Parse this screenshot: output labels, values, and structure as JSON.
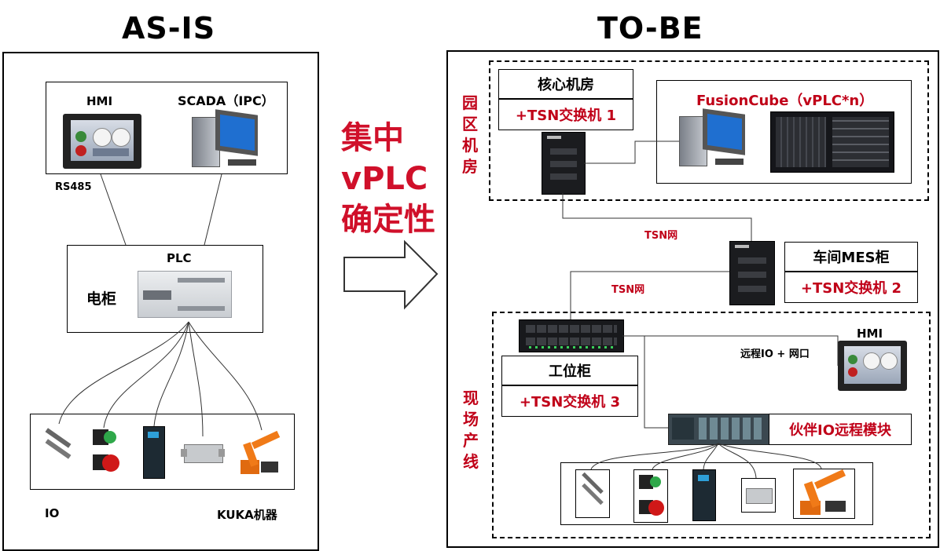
{
  "titles": {
    "left": "AS-IS",
    "right": "TO-BE"
  },
  "center_text": [
    "集中",
    "vPLC",
    "确定性"
  ],
  "as_is": {
    "hmi": "HMI",
    "scada": "SCADA（IPC）",
    "rs485": "RS485",
    "plc": "PLC",
    "cabinet": "电柜",
    "io": "IO",
    "kuka": "KUKA机器"
  },
  "to_be": {
    "park_room_label": "园区机房",
    "core_room": "核心机房",
    "tsn_switch_1": "+TSN交换机 1",
    "fusioncube": "FusionCube（vPLC*n）",
    "tsn_net_1": "TSN网",
    "tsn_net_2": "TSN网",
    "workshop_mes": "车间MES柜",
    "tsn_switch_2": "+TSN交换机 2",
    "station_cabinet": "工位柜",
    "tsn_switch_3": "+TSN交换机 3",
    "remote_io": "远程IO + 网口",
    "hmi": "HMI",
    "partner_io": "伙伴IO远程模块",
    "field_label": "现场产线"
  },
  "colors": {
    "accent_red": "#c00018",
    "title_red": "#d0102a"
  }
}
